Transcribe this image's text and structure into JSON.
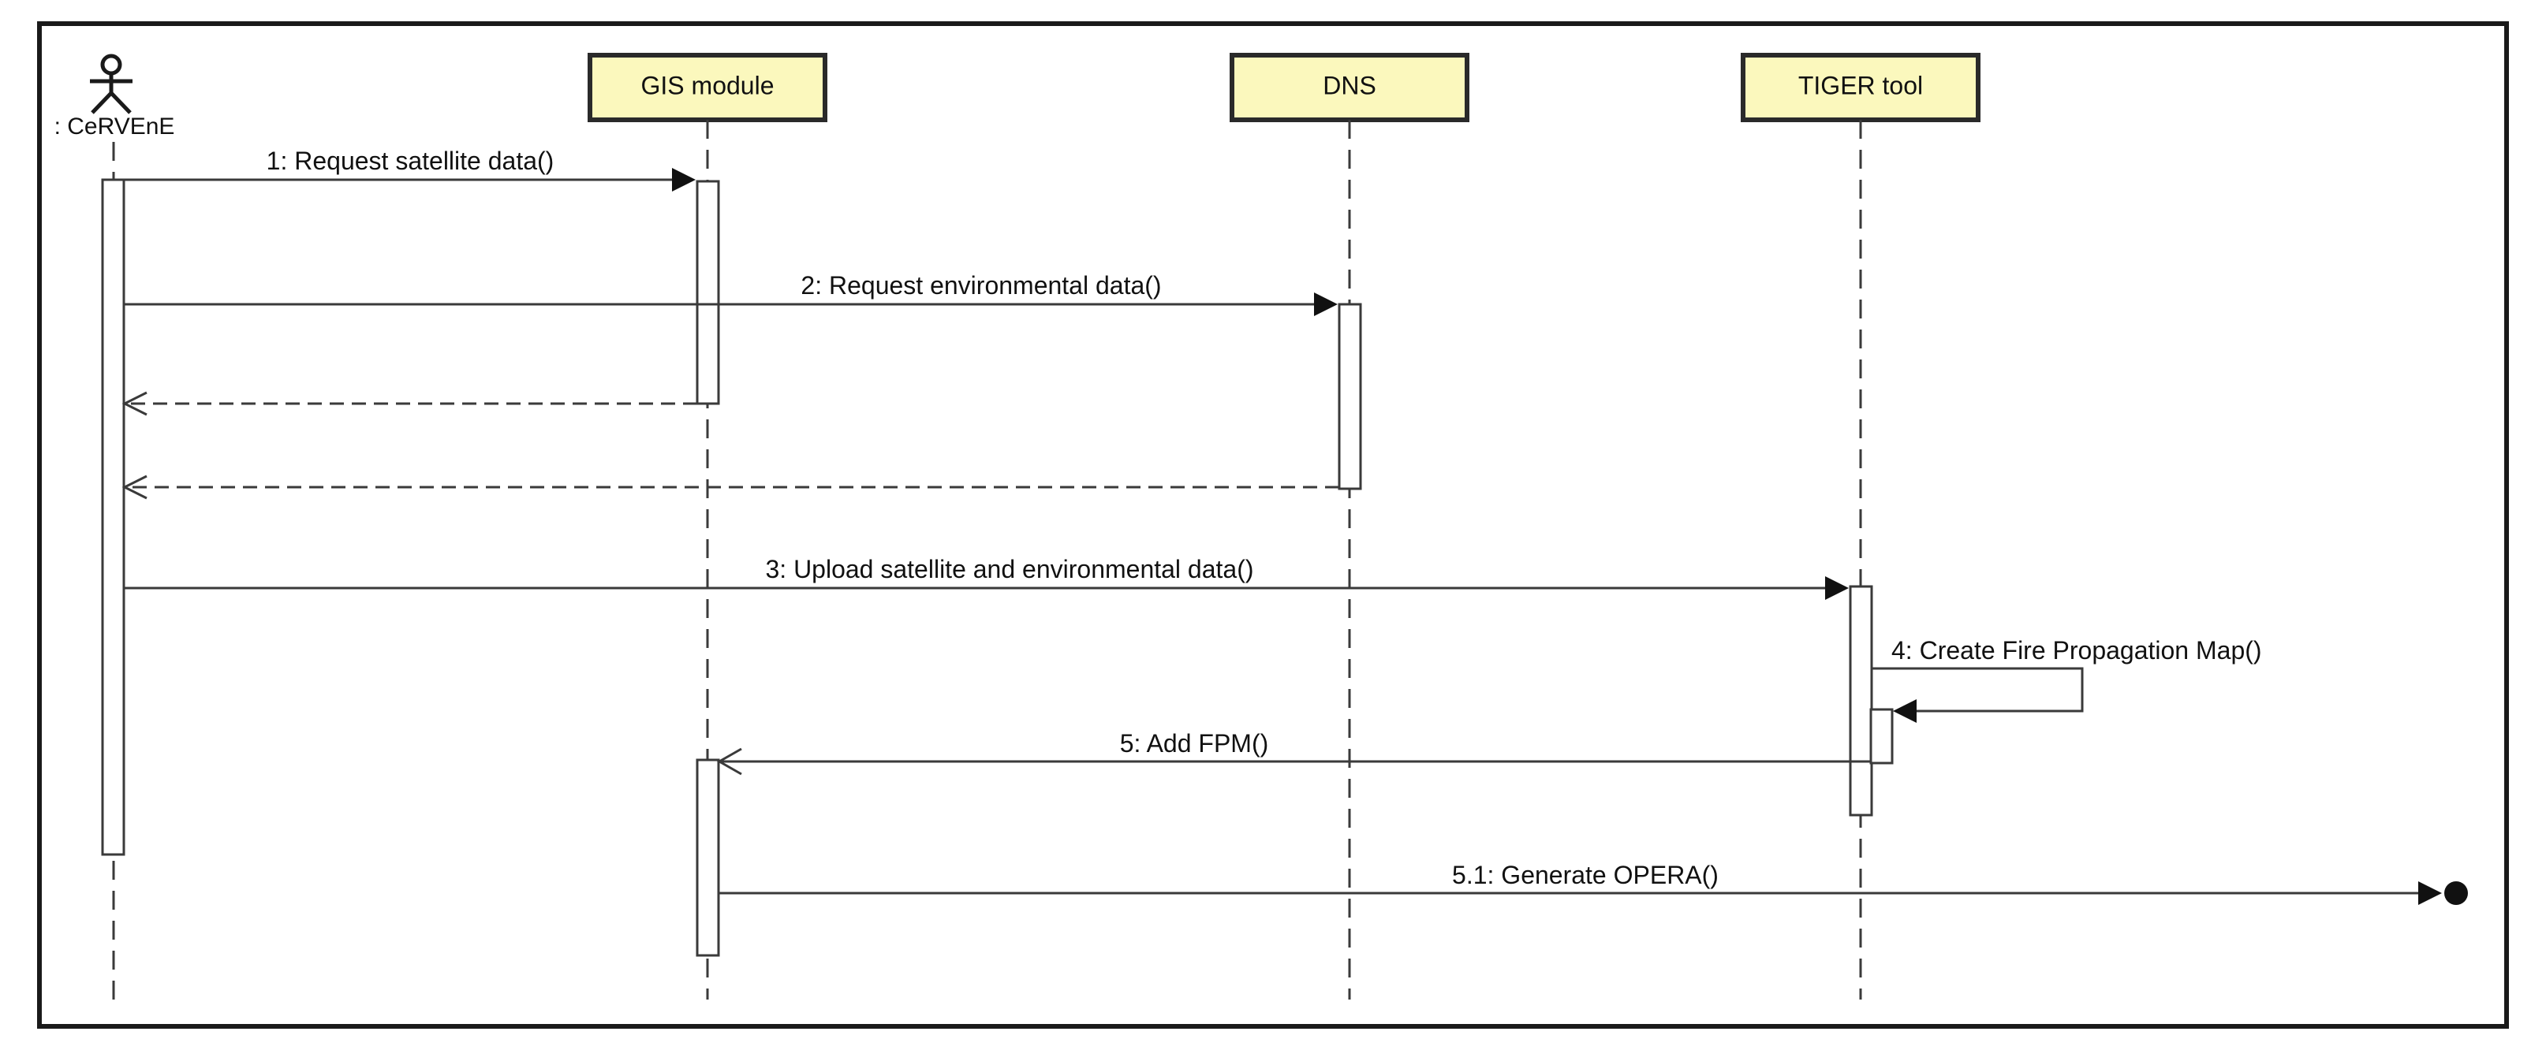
{
  "actor": {
    "label": ": CeRVEnE",
    "icon": "stick-figure-icon"
  },
  "lifelines": [
    {
      "id": "gis",
      "label": "GIS module"
    },
    {
      "id": "dns",
      "label": "DNS"
    },
    {
      "id": "tiger",
      "label": "TIGER tool"
    }
  ],
  "messages": [
    {
      "label": "1: Request satellite data()",
      "from": "actor",
      "to": "gis",
      "kind": "sync"
    },
    {
      "label": "2: Request environmental data()",
      "from": "actor",
      "to": "dns",
      "kind": "sync"
    },
    {
      "label": "",
      "from": "gis",
      "to": "actor",
      "kind": "return"
    },
    {
      "label": "",
      "from": "dns",
      "to": "actor",
      "kind": "return"
    },
    {
      "label": "3: Upload satellite and environmental data()",
      "from": "actor",
      "to": "tiger",
      "kind": "sync"
    },
    {
      "label": "4: Create Fire Propagation Map()",
      "from": "tiger",
      "to": "tiger",
      "kind": "self"
    },
    {
      "label": "5: Add FPM()",
      "from": "tiger",
      "to": "gis",
      "kind": "async"
    },
    {
      "label": "5.1: Generate OPERA()",
      "from": "gis",
      "to": "lost",
      "kind": "lost"
    }
  ]
}
